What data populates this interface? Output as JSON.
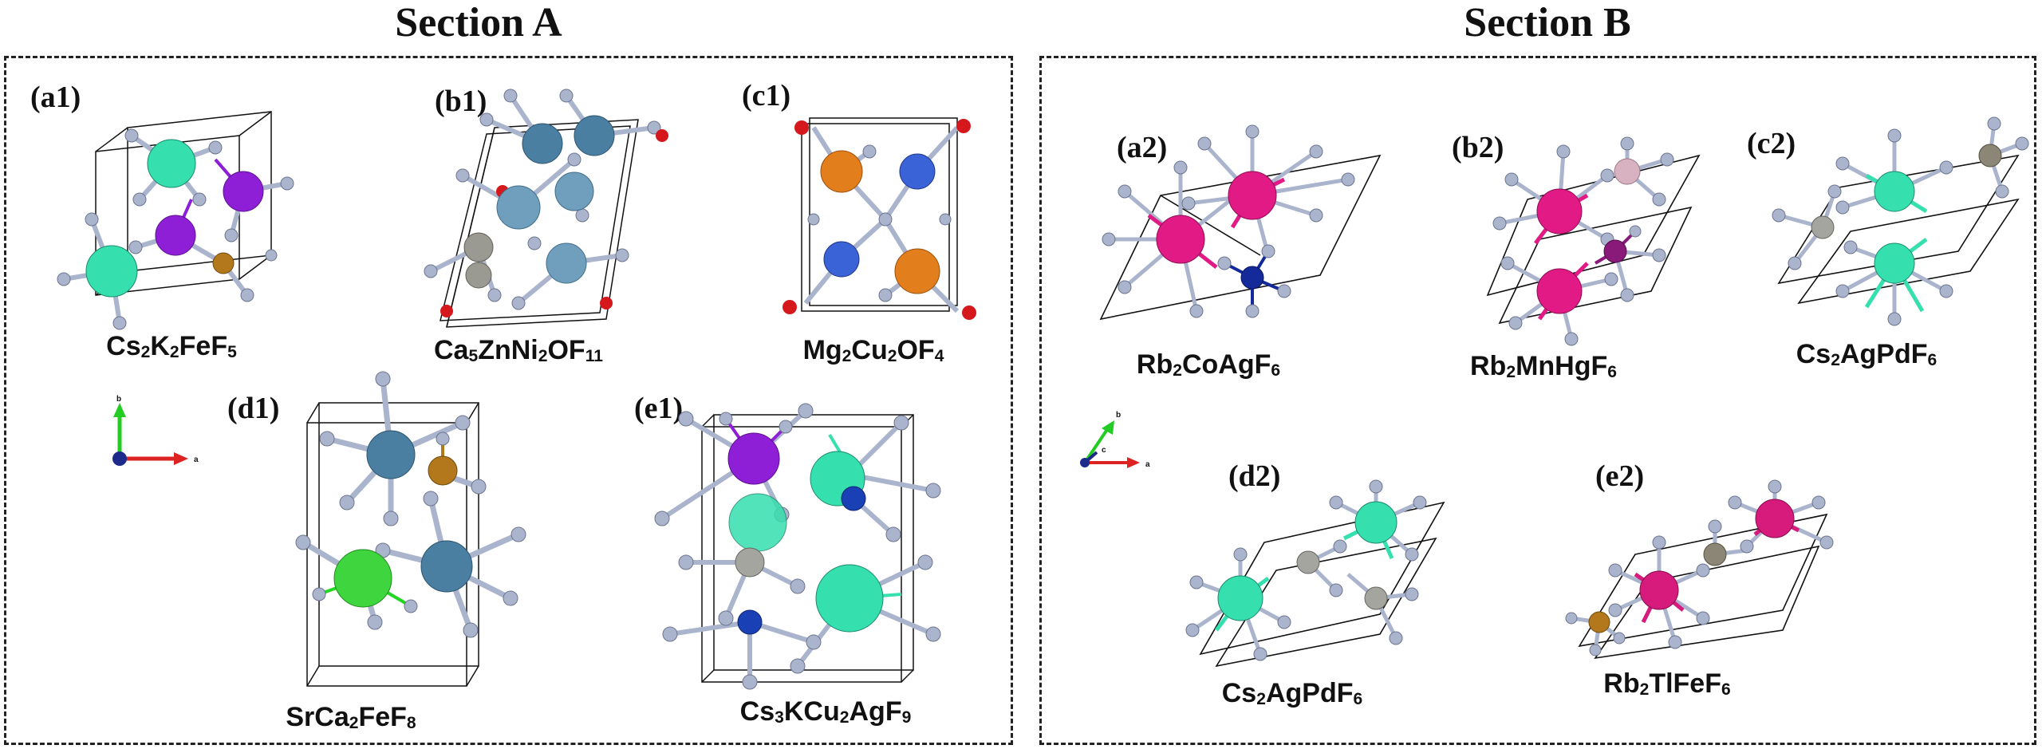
{
  "sections": {
    "a": {
      "title": "Section A"
    },
    "b": {
      "title": "Section B"
    }
  },
  "atom_colors": {
    "fluorine": "#aab4cc",
    "oxygen": "#d4181c",
    "cs_teal": "#36dfae",
    "k_purple": "#8f1fd6",
    "fe_gold": "#b3781b",
    "ca_steel": "#4a7fa2",
    "ni_steel": "#6f9fbd",
    "zn_gray": "#9a9a92",
    "mg_orange": "#e37e1c",
    "cu_blue": "#3a63d8",
    "sr_green": "#3fd53f",
    "ag_gray": "#a5a5a0",
    "cu_navy": "#1940b5",
    "rb_magenta": "#e11a86",
    "co_navy": "#152a9a",
    "mn_pink": "#d8b2c0",
    "hg_purple": "#8a1a7a",
    "pd_taupe": "#8c8676",
    "tl_magenta": "#d61b7c"
  },
  "structures": [
    {
      "id": "a1",
      "label": "(a1)",
      "formula_parts": [
        "Cs",
        "2",
        "K",
        "2",
        "FeF",
        "5"
      ]
    },
    {
      "id": "b1",
      "label": "(b1)",
      "formula_parts": [
        "Ca",
        "5",
        "ZnNi",
        "2",
        "OF",
        "11"
      ]
    },
    {
      "id": "c1",
      "label": "(c1)",
      "formula_parts": [
        "Mg",
        "2",
        "Cu",
        "2",
        "OF",
        "4"
      ]
    },
    {
      "id": "d1",
      "label": "(d1)",
      "formula_parts": [
        "SrCa",
        "2",
        "FeF",
        "8"
      ]
    },
    {
      "id": "e1",
      "label": "(e1)",
      "formula_parts": [
        "Cs",
        "3",
        "KCu",
        "2",
        "AgF",
        "9"
      ]
    },
    {
      "id": "a2",
      "label": "(a2)",
      "formula_parts": [
        "Rb",
        "2",
        "CoAgF",
        "6"
      ]
    },
    {
      "id": "b2",
      "label": "(b2)",
      "formula_parts": [
        "Rb",
        "2",
        "MnHgF",
        "6"
      ]
    },
    {
      "id": "c2",
      "label": "(c2)",
      "formula_parts": [
        "Cs",
        "2",
        "AgPdF",
        "6"
      ]
    },
    {
      "id": "d2",
      "label": "(d2)",
      "formula_parts": [
        "Cs",
        "2",
        "AgPdF",
        "6"
      ]
    },
    {
      "id": "e2",
      "label": "(e2)",
      "formula_parts": [
        "Rb",
        "2",
        "TlFeF",
        "6"
      ]
    }
  ],
  "axes_a": {
    "x_label": "a",
    "y_label": "b"
  },
  "axes_b": {
    "x_label": "a",
    "y_label": "b",
    "z_label": "c"
  }
}
